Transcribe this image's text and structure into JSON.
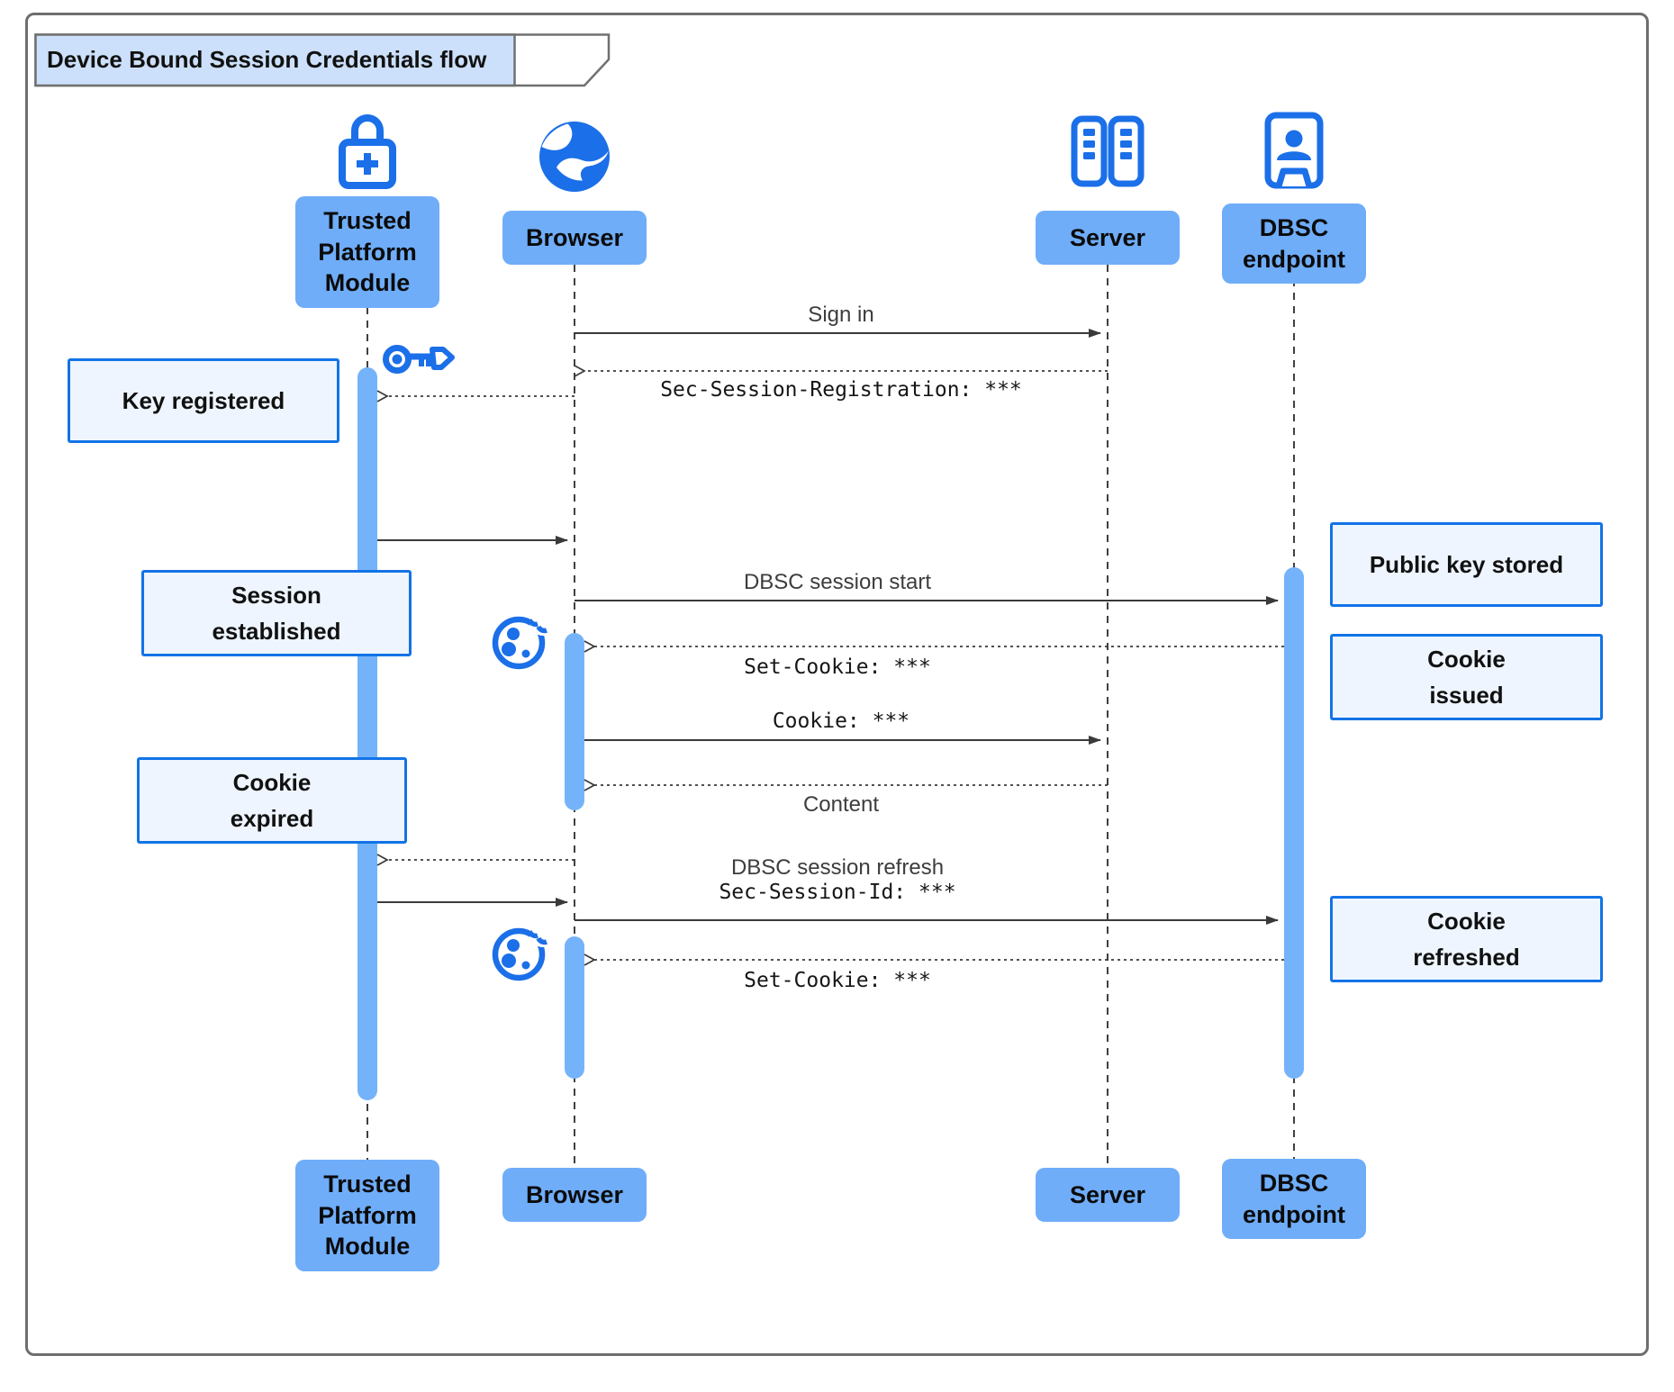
{
  "title": "Device Bound Session Credentials flow",
  "participants": [
    {
      "name": "Trusted Platform Module",
      "label": "Trusted\nPlatform\nModule",
      "icon": "lock-plus-icon"
    },
    {
      "name": "Browser",
      "label": "Browser",
      "icon": "globe-icon"
    },
    {
      "name": "Server",
      "label": "Server",
      "icon": "server-rack-icon"
    },
    {
      "name": "DBSC endpoint",
      "label": "DBSC\nendpoint",
      "icon": "kiosk-person-icon"
    }
  ],
  "messages": [
    {
      "from": "Browser",
      "to": "Server",
      "label": "Sign in",
      "style": "solid",
      "font": "sans"
    },
    {
      "from": "Server",
      "to": "Browser",
      "label": "Sec-Session-Registration: ***",
      "style": "dotted",
      "font": "mono"
    },
    {
      "from": "Browser",
      "to": "Trusted Platform Module",
      "label": "",
      "style": "dotted",
      "font": ""
    },
    {
      "from": "Trusted Platform Module",
      "to": "Browser",
      "label": "",
      "style": "solid",
      "font": ""
    },
    {
      "from": "Browser",
      "to": "DBSC endpoint",
      "label": "DBSC session start",
      "style": "solid",
      "font": "sans"
    },
    {
      "from": "DBSC endpoint",
      "to": "Browser",
      "label": "Set-Cookie: ***",
      "style": "dotted",
      "font": "mono"
    },
    {
      "from": "Browser",
      "to": "Server",
      "label": "Cookie: ***",
      "style": "solid",
      "font": "mono"
    },
    {
      "from": "Server",
      "to": "Browser",
      "label": "Content",
      "style": "dotted",
      "font": "sans"
    },
    {
      "from": "Browser",
      "to": "Trusted Platform Module",
      "label": "",
      "style": "dotted",
      "font": ""
    },
    {
      "from": "Trusted Platform Module",
      "to": "Browser",
      "label": "",
      "style": "solid",
      "font": ""
    },
    {
      "from": "Browser",
      "to": "DBSC endpoint",
      "label_line1": "DBSC session refresh",
      "label_line2": "Sec-Session-Id: ***",
      "style": "solid",
      "font": "sans+mono"
    },
    {
      "from": "DBSC endpoint",
      "to": "Browser",
      "label": "Set-Cookie: ***",
      "style": "dotted",
      "font": "mono"
    }
  ],
  "notes": [
    {
      "label": "Key registered",
      "anchor": "Trusted Platform Module"
    },
    {
      "label": "Session\nestablished",
      "anchor": "Trusted Platform Module"
    },
    {
      "label": "Public key stored",
      "anchor": "DBSC endpoint"
    },
    {
      "label": "Cookie\nissued",
      "anchor": "DBSC endpoint"
    },
    {
      "label": "Cookie\nexpired",
      "anchor": "Trusted Platform Module"
    },
    {
      "label": "Cookie\nrefreshed",
      "anchor": "DBSC endpoint"
    }
  ],
  "decorations": [
    {
      "icon": "key-icon",
      "near": "Trusted Platform Module activation start"
    },
    {
      "icon": "cookie-icon",
      "near": "Browser first activation start"
    },
    {
      "icon": "cookie-icon",
      "near": "Browser second activation start"
    }
  ],
  "colors": {
    "participant_fill": "#6fadf9",
    "activation_fill": "#74b3f9",
    "icon_blue": "#1b6fe8",
    "note_fill": "#eef5fe",
    "note_border": "#1273e6",
    "frame_border": "#6e6e6e",
    "title_tab_fill": "#cce0fb",
    "arrow_color": "#3a3a3a"
  }
}
